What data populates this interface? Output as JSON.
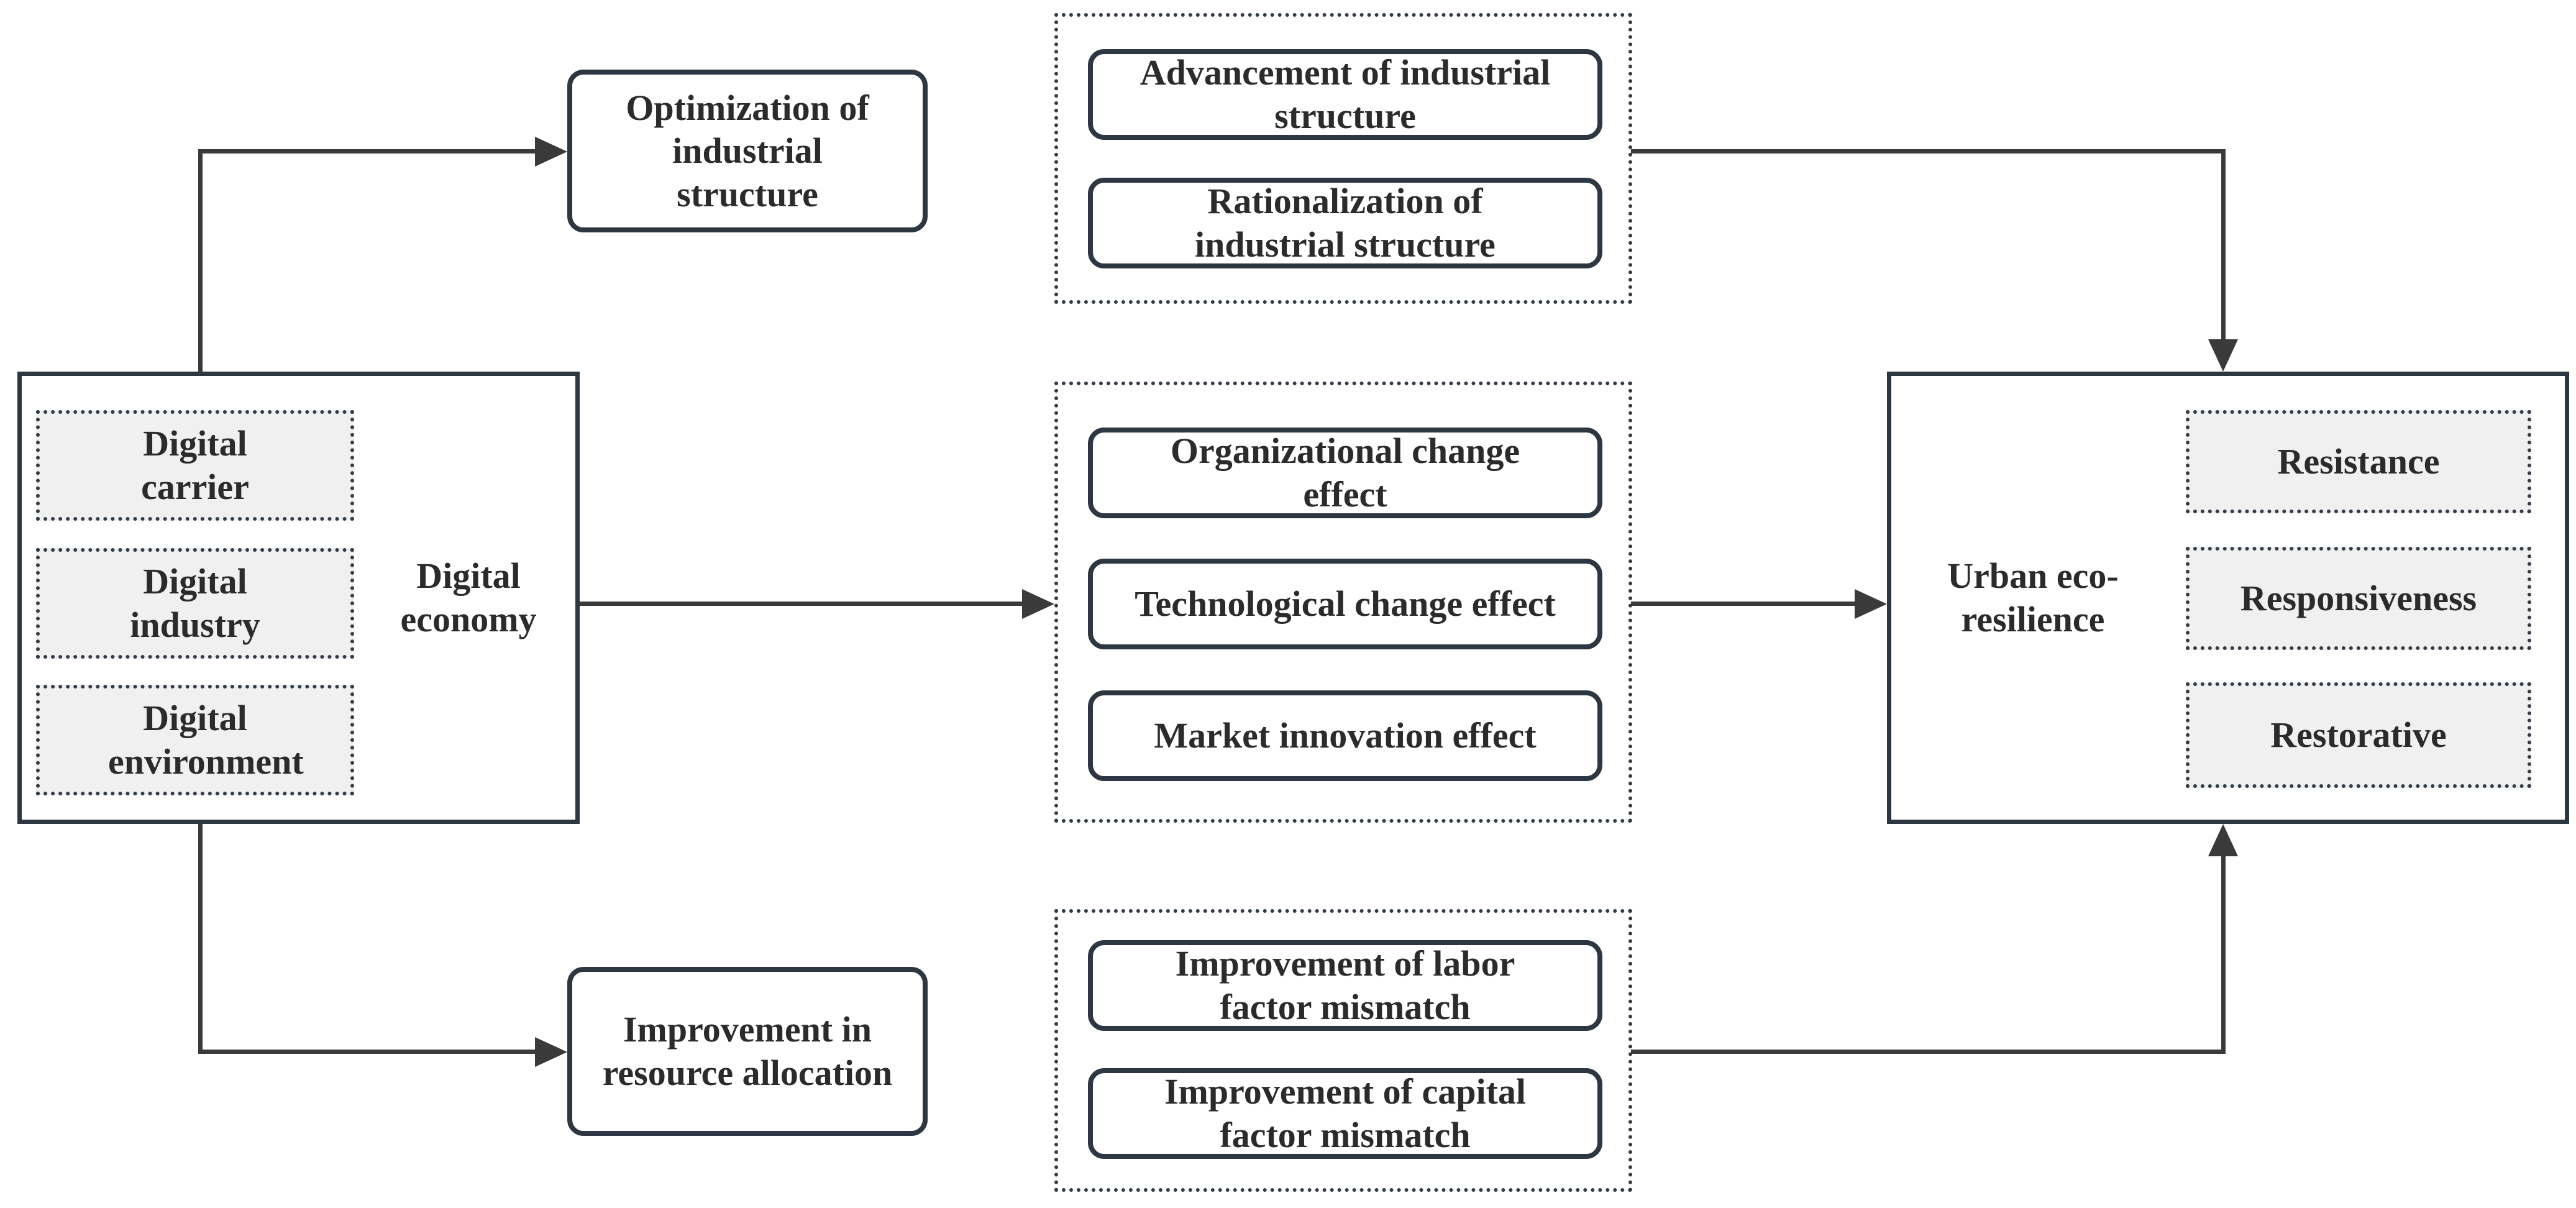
{
  "digital_economy": {
    "label": "Digital economy",
    "sub_items": [
      {
        "label": "Digital carrier"
      },
      {
        "label": "Digital industry"
      },
      {
        "label": "Digital environment"
      }
    ]
  },
  "pathways": {
    "industrial_structure": {
      "mediator_label": "Optimization of industrial structure",
      "outcomes": [
        {
          "label": "Advancement of industrial structure"
        },
        {
          "label": "Rationalization of industrial structure"
        }
      ]
    },
    "innovation_effects": {
      "outcomes": [
        {
          "label": "Organizational change effect"
        },
        {
          "label": "Technological change effect"
        },
        {
          "label": "Market innovation effect"
        }
      ]
    },
    "resource_allocation": {
      "mediator_label": "Improvement in resource allocation",
      "outcomes": [
        {
          "label": "Improvement of labor factor mismatch"
        },
        {
          "label": "Improvement of capital factor mismatch"
        }
      ]
    }
  },
  "urban_eco_resilience": {
    "label": "Urban eco-resilience",
    "sub_items": [
      {
        "label": "Resistance"
      },
      {
        "label": "Responsiveness"
      },
      {
        "label": "Restorative"
      }
    ]
  },
  "colors": {
    "background": "#ffffff",
    "box_border": "#2d3741",
    "dotted_border": "#333c46",
    "connector_line": "#3a3a3a",
    "chip_fill": "#f0f0f0",
    "text": "#2b2b2b"
  }
}
